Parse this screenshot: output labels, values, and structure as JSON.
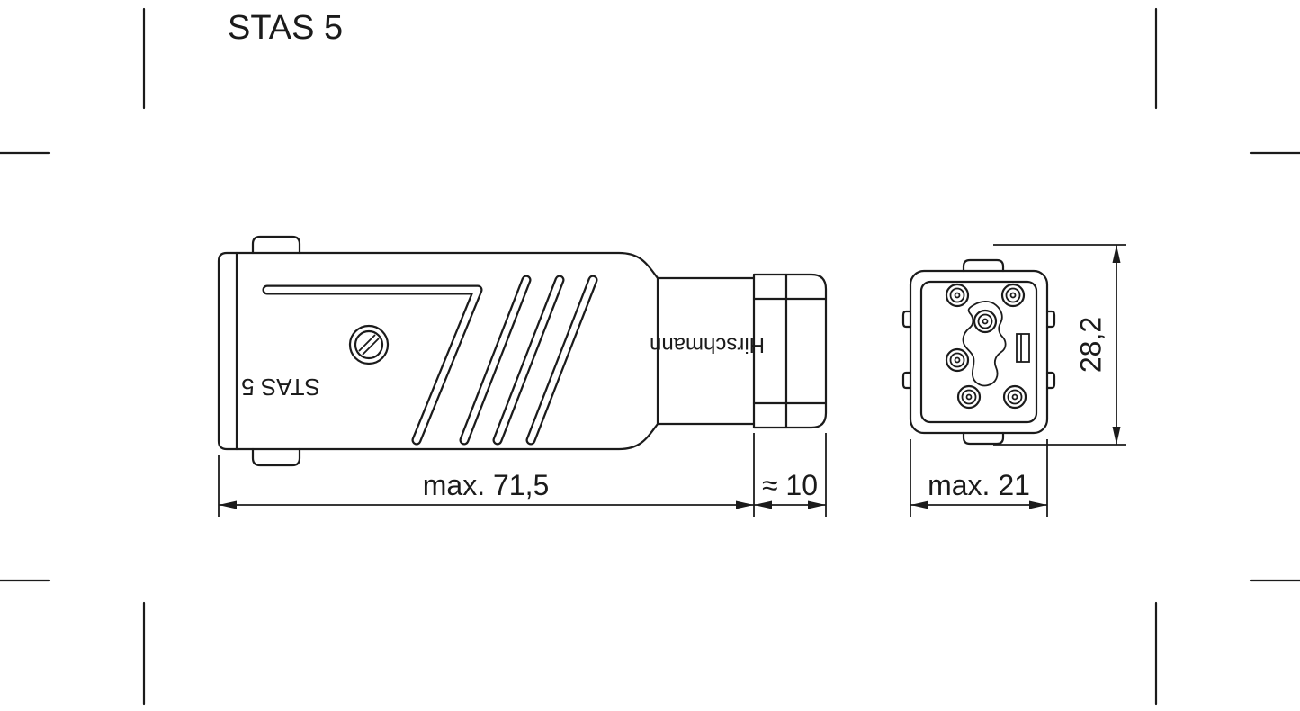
{
  "title": "STAS 5",
  "colors": {
    "line": "#1b1b1b",
    "background": "#ffffff"
  },
  "side_view": {
    "body_marking": "STAS 5",
    "brand_marking": "Hirschmann"
  },
  "dimensions": {
    "overall_length": "max. 71,5",
    "gland_length": "≈ 10",
    "body_width": "max. 21",
    "body_height": "28,2"
  }
}
